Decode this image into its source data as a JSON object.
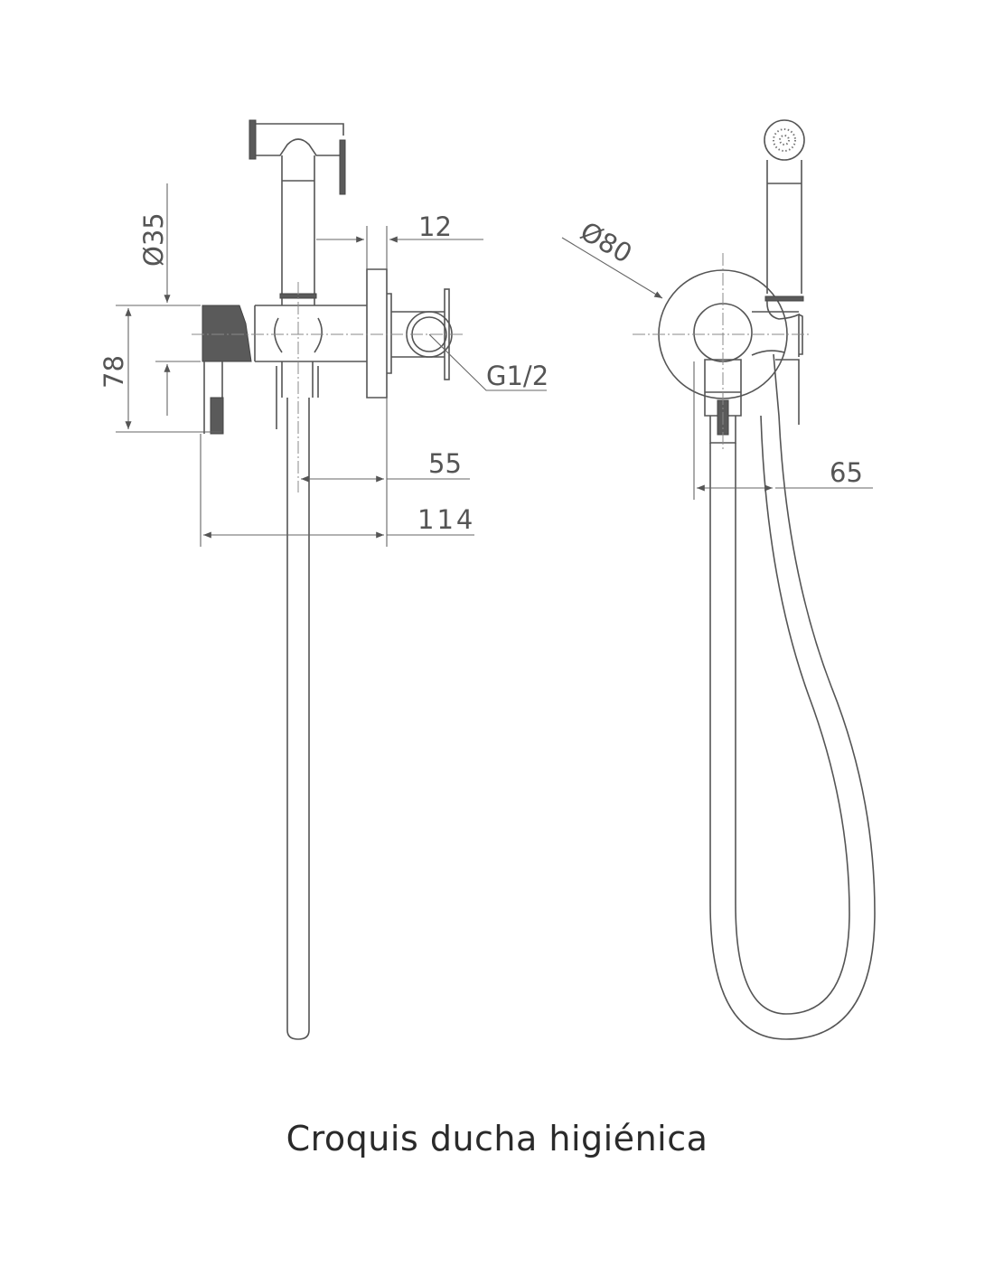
{
  "caption": "Croquis ducha higiénica",
  "dimensions": {
    "diameter_35": "Ø35",
    "height_78": "78",
    "width_12": "12",
    "thread": "G1/2",
    "depth_55": "55",
    "depth_114": "114",
    "diameter_80": "Ø80",
    "offset_65": "65"
  },
  "colors": {
    "line": "#555555",
    "fill_dark": "#5a5a5a"
  }
}
